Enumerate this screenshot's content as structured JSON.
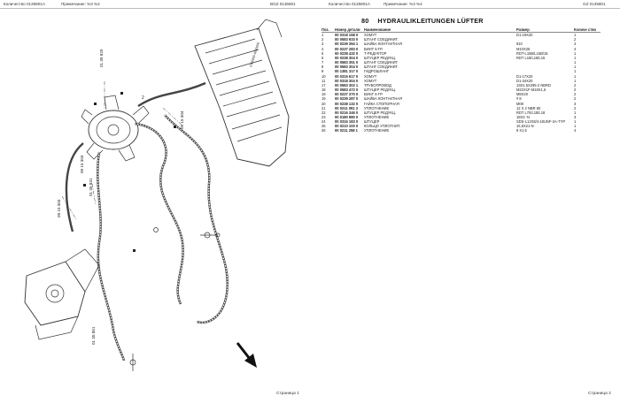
{
  "left_header": {
    "quantity": "Количество 0135801A",
    "note": "Примечание: %3 %4",
    "code": "BGZ 0135801"
  },
  "right_header": {
    "quantity": "Количество 0135801A",
    "note": "Примечание: %3 %4",
    "code": "GZ 0135801"
  },
  "section": {
    "number": "80",
    "title": "HYDRAULIKLEITUNGEN LÜFTER"
  },
  "table": {
    "headers": [
      "Поз.",
      "Номер детали",
      "Наименование",
      "Размер",
      "Количе ство"
    ],
    "rows": [
      [
        "1",
        "00 0318 158 0",
        "ХОМУТ",
        "D1-19X20",
        "1"
      ],
      [
        "2",
        "00 0583 933 0",
        "ШТАНГ СОЕДИНИТ.",
        "",
        "2"
      ],
      [
        "3",
        "00 0239 394 1",
        "ШАЙБА КОНТАКТНАЯ",
        "910",
        "4"
      ],
      [
        "4",
        "00 0237 283 0",
        "ВИНТ 6-ГР.",
        "M10X25",
        "4"
      ],
      [
        "5",
        "00 0238 432 0",
        "Т-РЕДУКТОР",
        "RDT-L15B/L15B/15",
        "1"
      ],
      [
        "6",
        "00 0238 304 0",
        "ШТУЦЕР РЕДУКЦ.",
        "RDT L18/L18/L15",
        "1"
      ],
      [
        "7",
        "00 0583 351 0",
        "ШТАНГ СОЕДИНИТ.",
        "",
        "1"
      ],
      [
        "8",
        "00 0583 304 0",
        "ШТАНГ СОЕДИНИТ.",
        "",
        "1"
      ],
      [
        "9",
        "00 1381 317 0",
        "ГИДРОШЛАНГ",
        "",
        "1"
      ],
      [
        "10",
        "00 0315 617 0",
        "ХОМУТ",
        "D1-17X20",
        "1"
      ],
      [
        "11",
        "00 0318 304 0",
        "ХОМУТ",
        "D1-34X20",
        "1"
      ],
      [
        "17",
        "00 0583 302 1",
        "ТРУБОПРОВОД",
        "1S01.5X295-2 NBRD",
        "2"
      ],
      [
        "18",
        "00 0583 472 0",
        "ШТУЦЕР РЕДУКЦ.",
        "M22X1F-M18X1,5",
        "2"
      ],
      [
        "19",
        "00 0237 370 0",
        "ВИНТ 6-ГР.",
        "M8X20",
        "2"
      ],
      [
        "19",
        "00 0239 287 0",
        "ШАЙБА КОНТАКТНАЯ",
        "# 8",
        "2"
      ],
      [
        "20",
        "00 0238 132 0",
        "ГАЙКА СТОПОРНАЯ",
        "M08",
        "3"
      ],
      [
        "21",
        "00 0211 091 3",
        "УПЛОТНЕНИЕ",
        "12 X 2 NBR 80",
        "2"
      ],
      [
        "22",
        "00 0216 346 0",
        "ШТУЦЕР РЕДУКЦ.",
        "RDT L70/L18/L18",
        "1"
      ],
      [
        "23",
        "00 0180 980 0",
        "УПЛОТНЕНИЕ",
        "18X3 -N",
        "3"
      ],
      [
        "24",
        "00 0316 183 0",
        "ШТУЦЕР",
        "SDS-L12X8/4-18UNF-2A-TYP",
        "1"
      ],
      [
        "25",
        "00 0210 100 0",
        "КОЛЬЦО УПЛОТНИТ.",
        "16,5X21-N",
        "1"
      ],
      [
        "26",
        "00 0211 258 1",
        "УПЛОТНЕНИЕ",
        "9 X1,5",
        "4"
      ]
    ]
  },
  "drawing_labels": {
    "lbl_a": "01 35 820",
    "lbl_b": "09 15 304",
    "lbl_c": "09 15 304",
    "lbl_d": "01 35 831",
    "lbl_e": "09 15 304",
    "lbl_f": "01 35 851",
    "lbl_vert": "0100000-0000000",
    "callout_2": "2"
  },
  "left_footer": "Страница 1",
  "right_footer": "Страница 2"
}
